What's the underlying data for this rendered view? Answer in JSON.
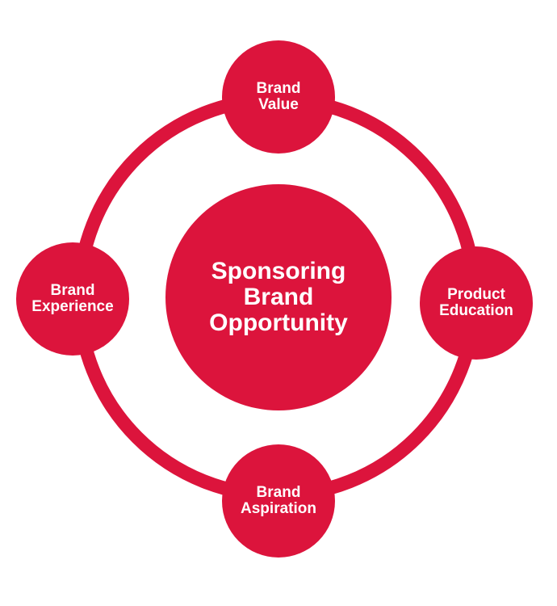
{
  "colors": {
    "accent": "#dc143c",
    "text": "#ffffff",
    "background": "#ffffff"
  },
  "center": {
    "label": "Sponsoring\nBrand\nOpportunity"
  },
  "nodes": {
    "top": {
      "label": "Brand\nValue"
    },
    "right": {
      "label": "Product\nEducation"
    },
    "bottom": {
      "label": "Brand\nAspiration"
    },
    "left": {
      "label": "Brand\nExperience"
    }
  }
}
